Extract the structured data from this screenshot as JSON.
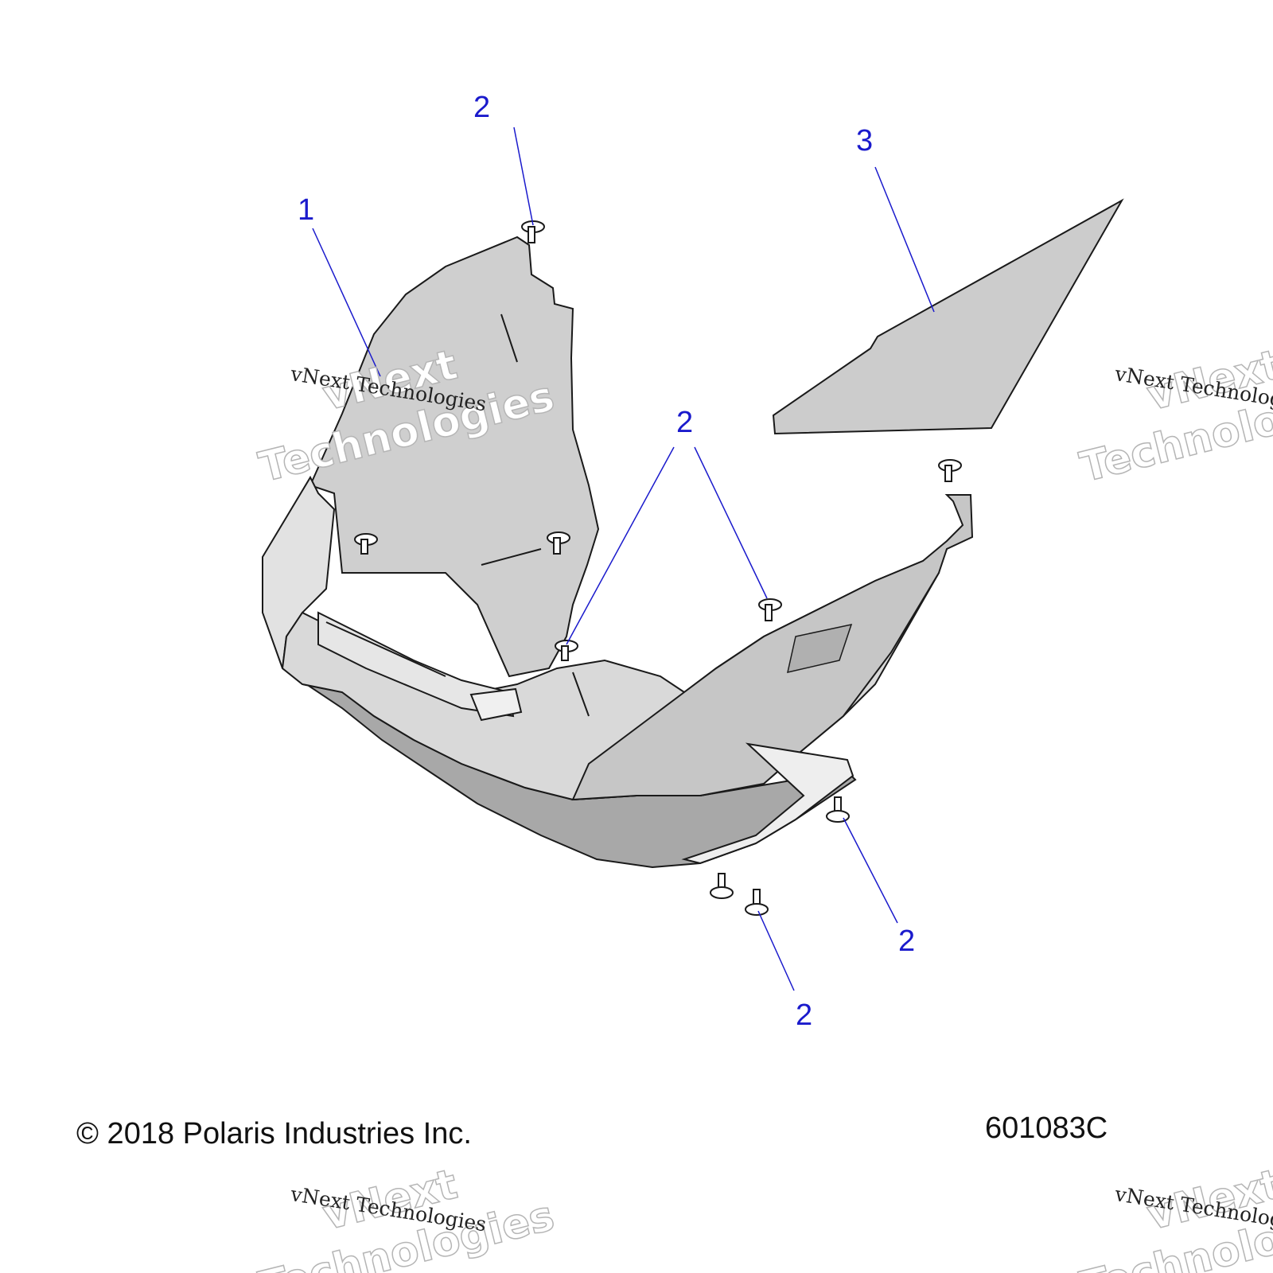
{
  "callouts": [
    {
      "id": "c1",
      "label": "1"
    },
    {
      "id": "c2a",
      "label": "2"
    },
    {
      "id": "c2b",
      "label": "2"
    },
    {
      "id": "c2c",
      "label": "2"
    },
    {
      "id": "c2d",
      "label": "2"
    },
    {
      "id": "c3",
      "label": "3"
    }
  ],
  "footer": {
    "copyright": "© 2018 Polaris Industries Inc.",
    "diagram_number": "601083C"
  },
  "watermark": {
    "small": "vNext Technologies",
    "big_line1": "vNext",
    "big_line2": "Technologies"
  },
  "colors": {
    "callout": "#1a1acc",
    "part_fill": "#cccccc",
    "line": "#1a1a1a"
  }
}
